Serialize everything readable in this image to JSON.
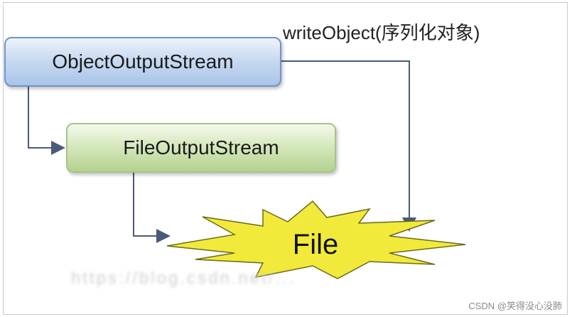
{
  "diagram": {
    "object_output_stream_label": "ObjectOutputStream",
    "file_output_stream_label": "FileOutputStream",
    "write_object_label": "writeObject(序列化对象)",
    "file_label": "File",
    "watermark_text": "https://blog.csdn.net/...",
    "credit_text": "CSDN @笑得没心没肺"
  },
  "colors": {
    "arrow": "#4a5a7a",
    "burst_fill": "#f2ea3a",
    "burst_stroke": "#6b6b1a"
  }
}
